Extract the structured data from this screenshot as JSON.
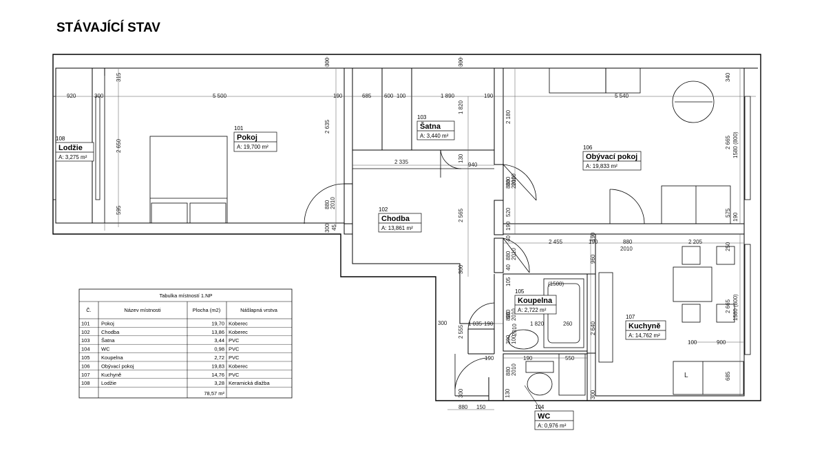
{
  "title": "STÁVAJÍCÍ STAV",
  "rooms": [
    {
      "num": "101",
      "name": "Pokoj",
      "area": "A: 19,700 m²"
    },
    {
      "num": "102",
      "name": "Chodba",
      "area": "A: 13,861 m²"
    },
    {
      "num": "103",
      "name": "Šatna",
      "area": "A: 3,440 m²"
    },
    {
      "num": "104",
      "name": "WC",
      "area": "A: 0,976 m²"
    },
    {
      "num": "105",
      "name": "Koupelna",
      "area": "A: 2,722 m²"
    },
    {
      "num": "106",
      "name": "Obývací pokoj",
      "area": "A:        19,833 m²"
    },
    {
      "num": "107",
      "name": "Kuchyně",
      "area": "A: 14,762 m²"
    },
    {
      "num": "108",
      "name": "Lodžie",
      "area": "A: 3,275 m²"
    }
  ],
  "dimensions": {
    "h_top": [
      "920",
      "300",
      "5 500",
      "190",
      "685",
      "600",
      "100",
      "1 890",
      "190",
      "5 540"
    ],
    "v_top": [
      "300",
      "300",
      "315",
      "340"
    ],
    "v_left": [
      "2 650",
      "595"
    ],
    "v_pokoj": [
      "2 635"
    ],
    "v_chodba": [
      "1 820",
      "130",
      "2 565",
      "300",
      "2 555",
      "300",
      "130"
    ],
    "h_mid": [
      "2 335",
      "940"
    ],
    "door_dims": [
      "880",
      "2010",
      "880",
      "2010",
      "880",
      "2010",
      "880",
      "2010"
    ],
    "v_mid": [
      "2 180",
      "520",
      "190",
      "40",
      "40",
      "105",
      "680",
      "2010",
      "390",
      "100",
      "880",
      "2010",
      "880",
      "2010"
    ],
    "v_right": [
      "2 665",
      "1580 (800)",
      "575",
      "190",
      "2 665",
      "1580 (800)",
      "250",
      "685",
      "190",
      "960",
      "2 640",
      "300"
    ],
    "h_low": [
      "2 455",
      "880",
      "2 205",
      "190",
      "2010",
      "1 035",
      "190",
      "190",
      "190",
      "260",
      "1 820",
      "550",
      "100",
      "900",
      "880",
      "150",
      "300",
      "300",
      "45"
    ],
    "misc": [
      "(1500)",
      "L"
    ]
  },
  "table": {
    "title": "Tabulka místností 1.NP",
    "columns": [
      "Č.",
      "Název místnosti",
      "Plocha (m2)",
      "Nášlapná vrstva"
    ],
    "rows": [
      [
        "101",
        "Pokoj",
        "19,70",
        "Koberec"
      ],
      [
        "102",
        "Chodba",
        "13,86",
        "Koberec"
      ],
      [
        "103",
        "Šatna",
        "3,44",
        "PVC"
      ],
      [
        "104",
        "WC",
        "0,98",
        "PVC"
      ],
      [
        "105",
        "Koupelna",
        "2,72",
        "PVC"
      ],
      [
        "106",
        "Obývací pokoj",
        "19,83",
        "Koberec"
      ],
      [
        "107",
        "Kuchyně",
        "14,76",
        "PVC"
      ],
      [
        "108",
        "Lodžie",
        "3,28",
        "Keramická dlažba"
      ]
    ],
    "total": "78,57 m²"
  }
}
